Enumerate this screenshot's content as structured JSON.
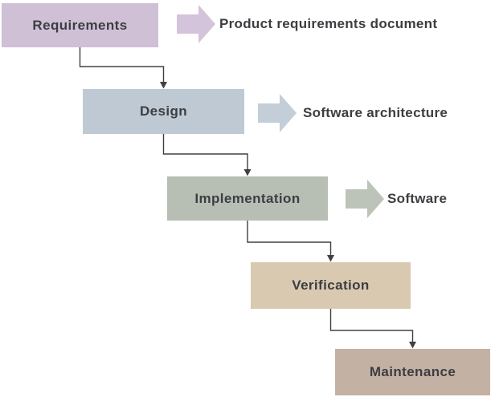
{
  "diagram": {
    "type": "waterfall-model-flowchart",
    "text_color": "#3d3d42",
    "connector_color": "#404040",
    "background": "#ffffff"
  },
  "stages": [
    {
      "label": "Requirements",
      "color": "#cfc0d6",
      "arrow_color": "#d3c4db",
      "output": "Product requirements document"
    },
    {
      "label": "Design",
      "color": "#bec9d3",
      "arrow_color": "#c3ced9",
      "output": "Software architecture"
    },
    {
      "label": "Implementation",
      "color": "#b7bfb5",
      "arrow_color": "#bcc4ba",
      "output": "Software"
    },
    {
      "label": "Verification",
      "color": "#d9c9b0"
    },
    {
      "label": "Maintenance",
      "color": "#c3b2a4"
    }
  ]
}
